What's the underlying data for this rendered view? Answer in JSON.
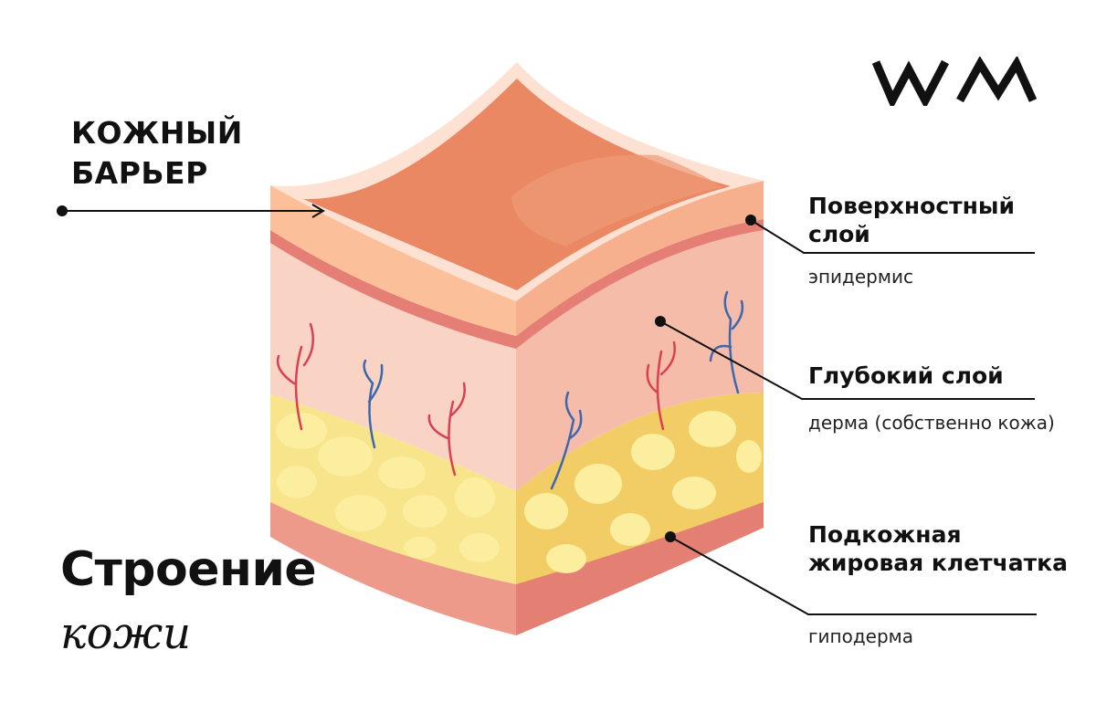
{
  "logo": {
    "text": "WM"
  },
  "barrier": {
    "line1": "КОЖНЫЙ",
    "line2": "БАРЬЕР"
  },
  "layers": [
    {
      "title": "Поверхностный слой",
      "subtitle": "эпидермис"
    },
    {
      "title": "Глубокий слой",
      "subtitle": "дерма (собственно кожа)"
    },
    {
      "title": "Подкожная жировая клетчатка",
      "subtitle": "гиподерма"
    }
  ],
  "heading": {
    "line1": "Строение",
    "line2": "кожи"
  },
  "colors": {
    "top_surface": "#e98863",
    "top_rim": "#fde2d4",
    "epidermis": "#fbc09a",
    "basal_line": "#e57f76",
    "dermis_left": "#f9d3c4",
    "dermis_right": "#f6bcaa",
    "fat_left": "#f8e48a",
    "fat_right": "#f2cc64",
    "fat_cell": "#fbee9f",
    "bottom_band": "#ee9a8a",
    "artery": "#d94152",
    "vein": "#3c67ae",
    "leader_line": "#111111"
  }
}
